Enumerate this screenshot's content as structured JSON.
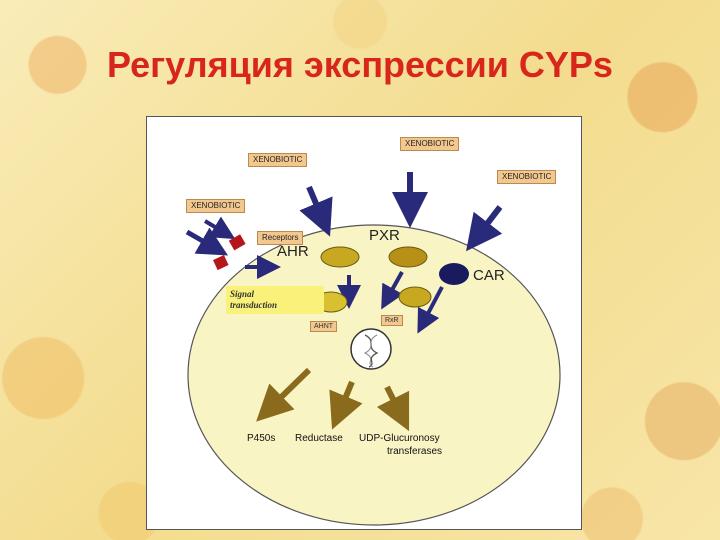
{
  "title": "Регуляция экспрессии CYPs",
  "diagram": {
    "xenobiotic_labels": [
      "XENOBIOTIC",
      "XENOBIOTIC",
      "XENOBIOTIC",
      "XENOBIOTIC"
    ],
    "receptors_label": "Receptors",
    "ahr_label": "AHR",
    "pxr_label": "PXR",
    "car_label": "CAR",
    "signal_transduction": [
      "Signal",
      "transduction"
    ],
    "ahnt_label": "AHNT",
    "rxr_label": "RxR",
    "products": {
      "p450": "P450s",
      "reductase": "Reductase",
      "udp_line1": "UDP-Glucuronosy",
      "udp_line2": "transferases"
    },
    "colors": {
      "cell_fill": "#f8f4c4",
      "arrow_blue": "#2a2a7a",
      "arrow_brown": "#8a6a1c",
      "receptor_red": "#b4161c",
      "ligand_yellow": "#d8c030",
      "car_navy": "#1a1a5e"
    }
  }
}
